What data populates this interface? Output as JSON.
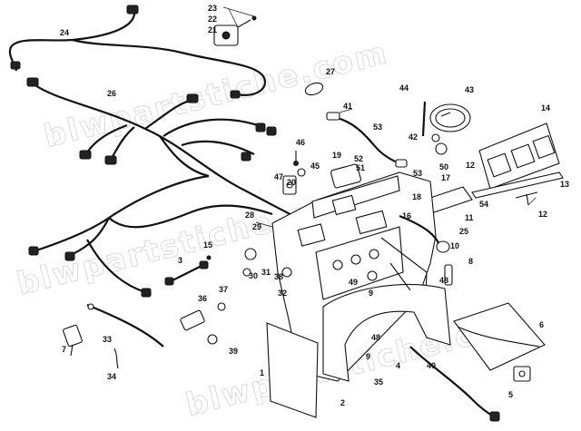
{
  "watermarks": [
    "blwpartstiche.com",
    "blwpartstiche.com",
    "blwpartstiche.com"
  ],
  "callouts": [
    {
      "id": "c1",
      "label": "1"
    },
    {
      "id": "c2",
      "label": "2"
    },
    {
      "id": "c3",
      "label": "3"
    },
    {
      "id": "c4",
      "label": "4"
    },
    {
      "id": "c5",
      "label": "5"
    },
    {
      "id": "c6",
      "label": "6"
    },
    {
      "id": "c7",
      "label": "7"
    },
    {
      "id": "c8",
      "label": "8"
    },
    {
      "id": "c9a",
      "label": "9"
    },
    {
      "id": "c9b",
      "label": "9"
    },
    {
      "id": "c10",
      "label": "10"
    },
    {
      "id": "c11",
      "label": "11"
    },
    {
      "id": "c12a",
      "label": "12"
    },
    {
      "id": "c12b",
      "label": "12"
    },
    {
      "id": "c13",
      "label": "13"
    },
    {
      "id": "c14",
      "label": "14"
    },
    {
      "id": "c15",
      "label": "15"
    },
    {
      "id": "c16",
      "label": "16"
    },
    {
      "id": "c17",
      "label": "17"
    },
    {
      "id": "c18",
      "label": "18"
    },
    {
      "id": "c19",
      "label": "19"
    },
    {
      "id": "c20",
      "label": "20"
    },
    {
      "id": "c21",
      "label": "21"
    },
    {
      "id": "c22",
      "label": "22"
    },
    {
      "id": "c23",
      "label": "23"
    },
    {
      "id": "c24",
      "label": "24"
    },
    {
      "id": "c25",
      "label": "25"
    },
    {
      "id": "c26",
      "label": "26"
    },
    {
      "id": "c27",
      "label": "27"
    },
    {
      "id": "c28",
      "label": "28"
    },
    {
      "id": "c29",
      "label": "29"
    },
    {
      "id": "c30",
      "label": "30"
    },
    {
      "id": "c31",
      "label": "31"
    },
    {
      "id": "c32",
      "label": "32"
    },
    {
      "id": "c33",
      "label": "33"
    },
    {
      "id": "c34",
      "label": "34"
    },
    {
      "id": "c35",
      "label": "35"
    },
    {
      "id": "c36",
      "label": "36"
    },
    {
      "id": "c37",
      "label": "37"
    },
    {
      "id": "c38",
      "label": "38"
    },
    {
      "id": "c39",
      "label": "39"
    },
    {
      "id": "c40",
      "label": "40"
    },
    {
      "id": "c41",
      "label": "41"
    },
    {
      "id": "c42",
      "label": "42"
    },
    {
      "id": "c43",
      "label": "43"
    },
    {
      "id": "c44",
      "label": "44"
    },
    {
      "id": "c45",
      "label": "45"
    },
    {
      "id": "c46",
      "label": "46"
    },
    {
      "id": "c47",
      "label": "47"
    },
    {
      "id": "c48a",
      "label": "48"
    },
    {
      "id": "c48b",
      "label": "48"
    },
    {
      "id": "c49",
      "label": "49"
    },
    {
      "id": "c50",
      "label": "50"
    },
    {
      "id": "c51",
      "label": "51"
    },
    {
      "id": "c52",
      "label": "52"
    },
    {
      "id": "c53a",
      "label": "53"
    },
    {
      "id": "c53b",
      "label": "53"
    },
    {
      "id": "c54",
      "label": "54"
    }
  ]
}
